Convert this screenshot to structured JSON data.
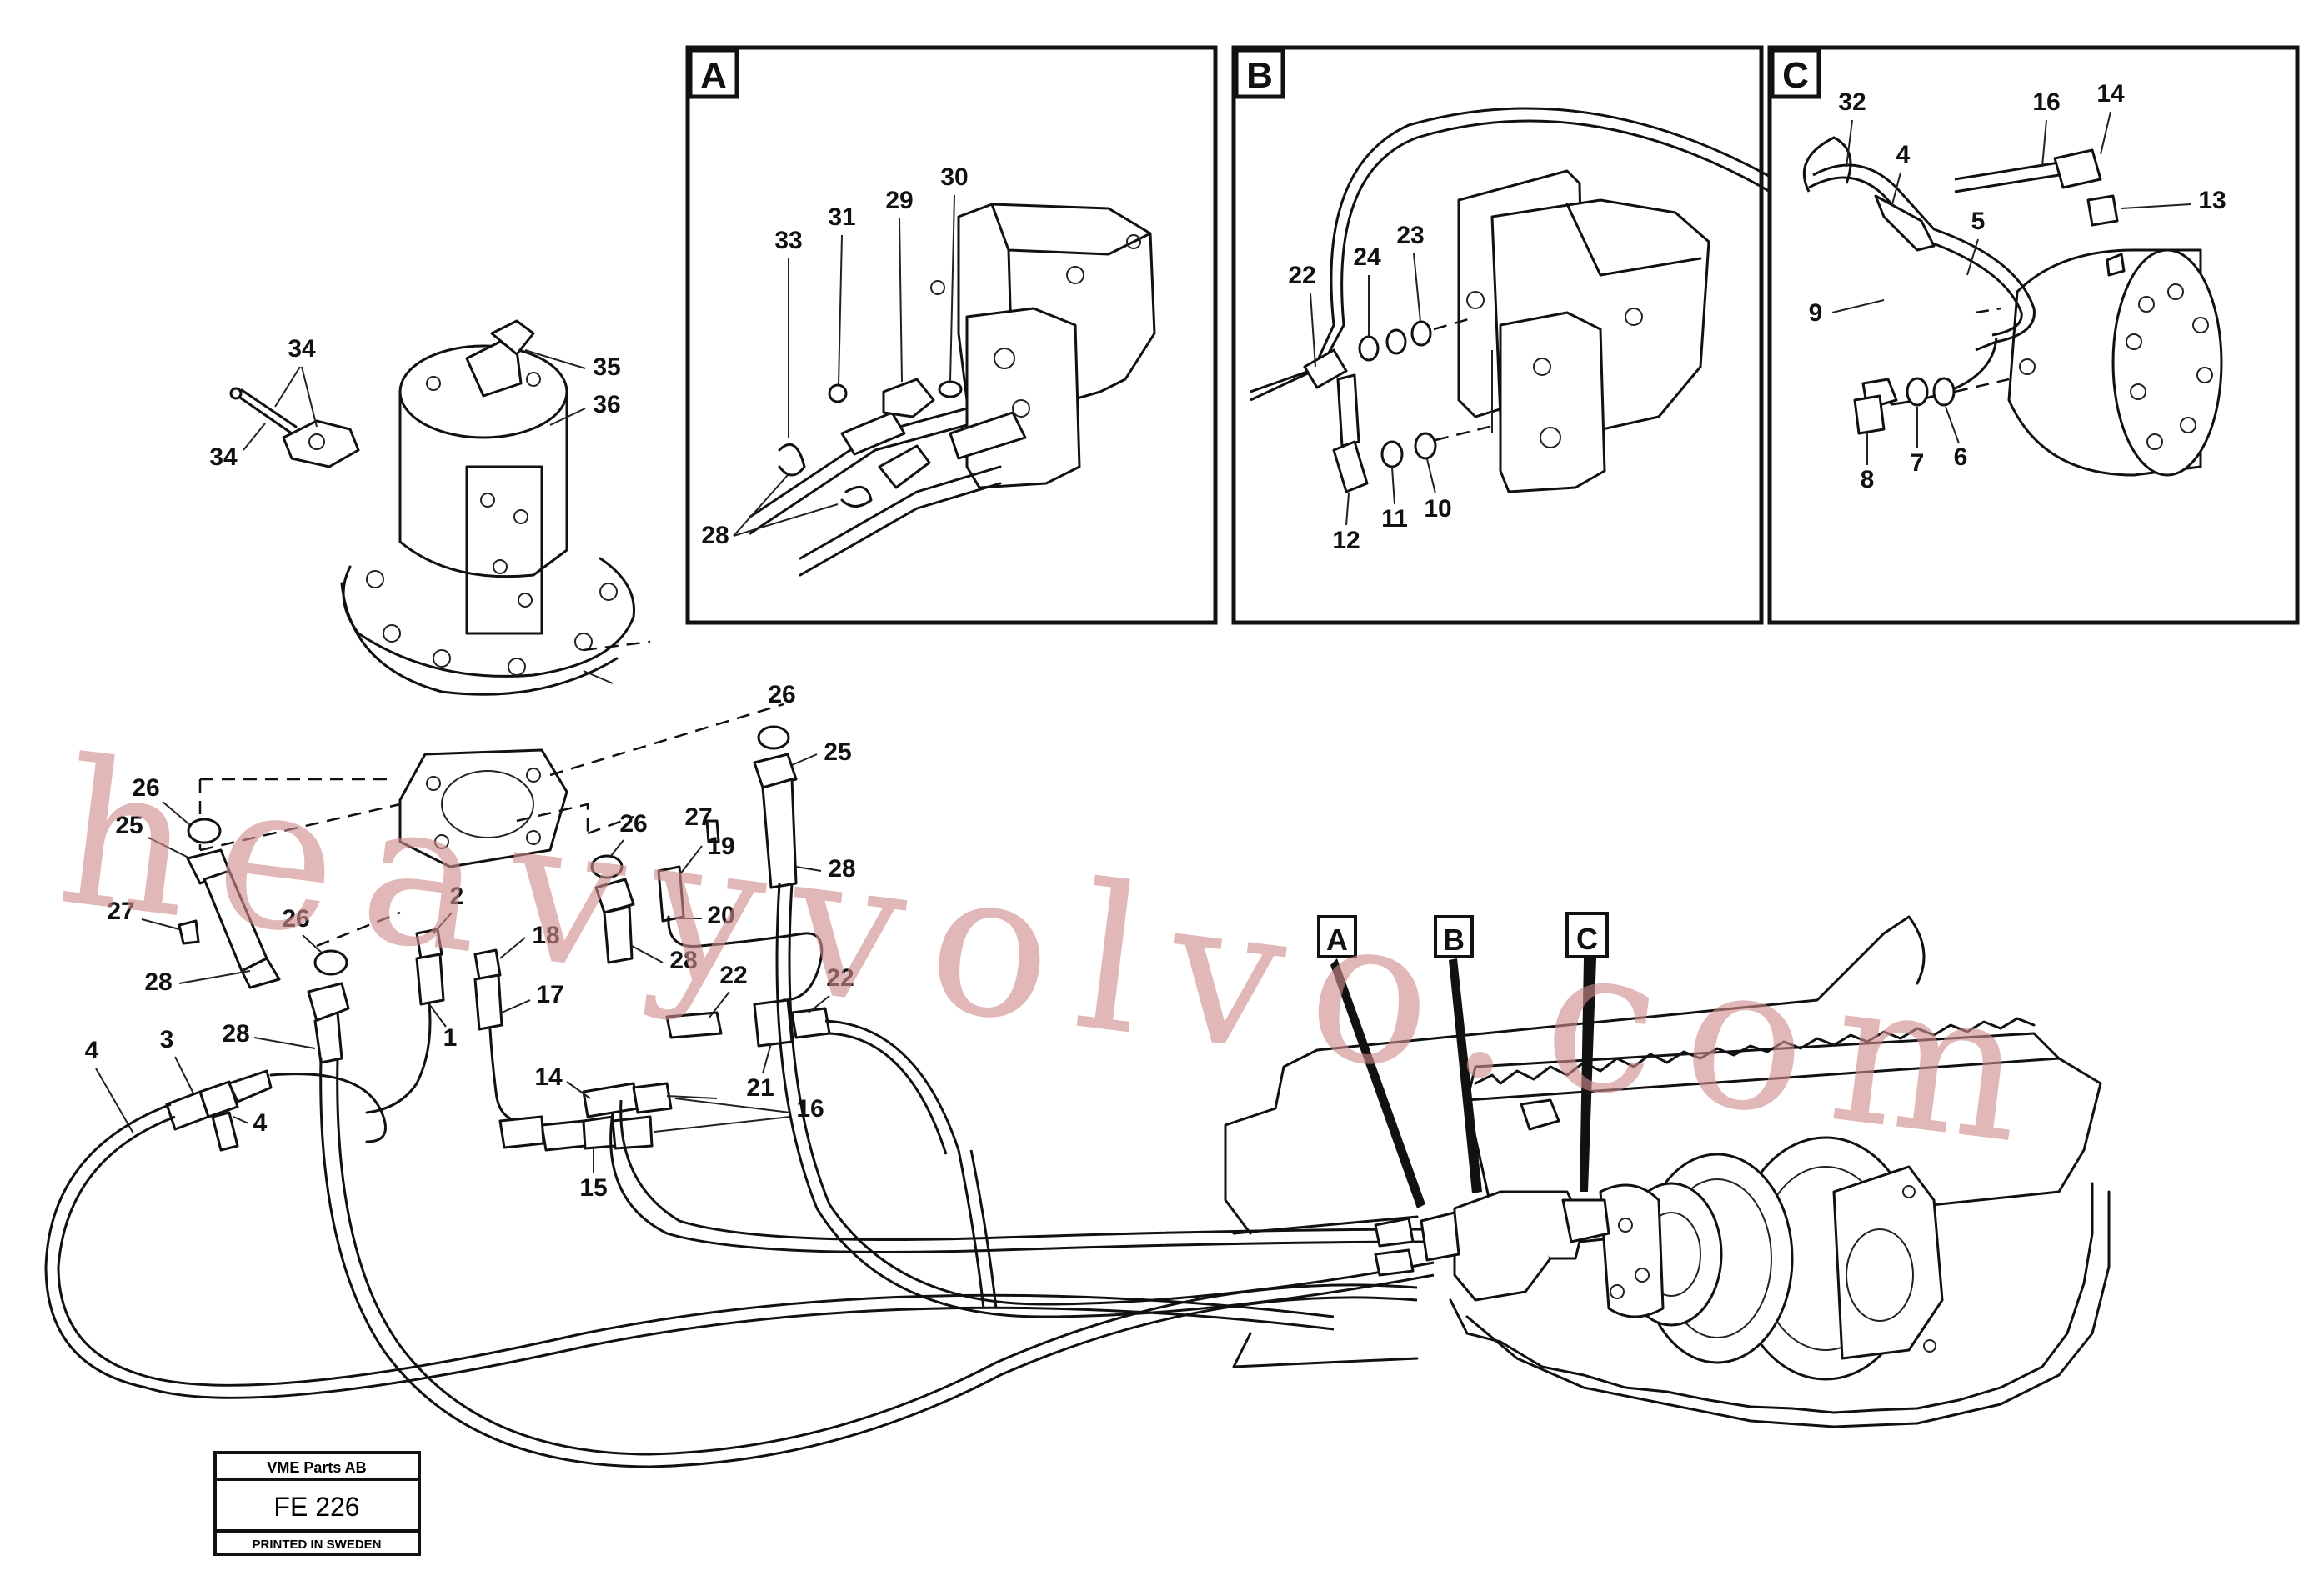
{
  "watermark": "heavyvolvo.com",
  "detail_panels": [
    {
      "letter": "A"
    },
    {
      "letter": "B"
    },
    {
      "letter": "C"
    }
  ],
  "detail_markers": [
    {
      "letter": "A"
    },
    {
      "letter": "B"
    },
    {
      "letter": "C"
    }
  ],
  "callouts": {
    "a33": "33",
    "a31": "31",
    "a29": "29",
    "a30": "30",
    "a28": "28",
    "b22": "22",
    "b24": "24",
    "b23": "23",
    "b12": "12",
    "b11": "11",
    "b10": "10",
    "c32": "32",
    "c4": "4",
    "c16": "16",
    "c14": "14",
    "c13": "13",
    "c5": "5",
    "c9": "9",
    "c8": "8",
    "c7": "7",
    "c6": "6",
    "m34a": "34",
    "m34b": "34",
    "m35": "35",
    "m36": "36",
    "m26a": "26",
    "m25a": "25",
    "m27a": "27",
    "m26b": "26",
    "m28a": "28",
    "m28b": "28",
    "m2": "2",
    "m18": "18",
    "m17": "17",
    "m1": "1",
    "m26c": "26",
    "m25c": "25",
    "m26d": "26",
    "m27b": "27",
    "m19": "19",
    "m28c": "28",
    "m20": "20",
    "m28d": "28",
    "m22a": "22",
    "m22b": "22",
    "m21": "21",
    "m14": "14",
    "m16": "16",
    "m15": "15",
    "m4a": "4",
    "m3": "3",
    "m4b": "4"
  },
  "stamp": {
    "company": "VME Parts AB",
    "code": "FE 226",
    "printed": "PRINTED IN SWEDEN"
  }
}
